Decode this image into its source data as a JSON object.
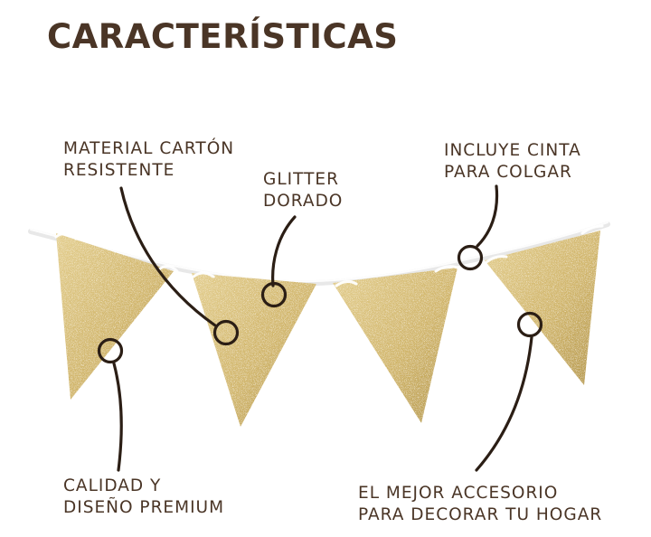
{
  "title": "CARACTERÍSTICAS",
  "colors": {
    "text": "#4a3526",
    "gold_light": "#e3ce8f",
    "gold_mid": "#d1b66c",
    "gold_dark": "#b4974c",
    "line": "#2b1e15",
    "string": "#e8e8e8"
  },
  "callouts": [
    {
      "id": "material",
      "lines": [
        "MATERIAL CARTÓN",
        "RESISTENTE"
      ]
    },
    {
      "id": "glitter",
      "lines": [
        "GLITTER",
        "DORADO"
      ]
    },
    {
      "id": "cinta",
      "lines": [
        "INCLUYE CINTA",
        "PARA COLGAR"
      ]
    },
    {
      "id": "calidad",
      "lines": [
        "CALIDAD Y",
        "DISEÑO PREMIUM"
      ]
    },
    {
      "id": "accesorio",
      "lines": [
        "EL MEJOR ACCESORIO",
        "PARA DECORAR TU HOGAR"
      ]
    }
  ]
}
